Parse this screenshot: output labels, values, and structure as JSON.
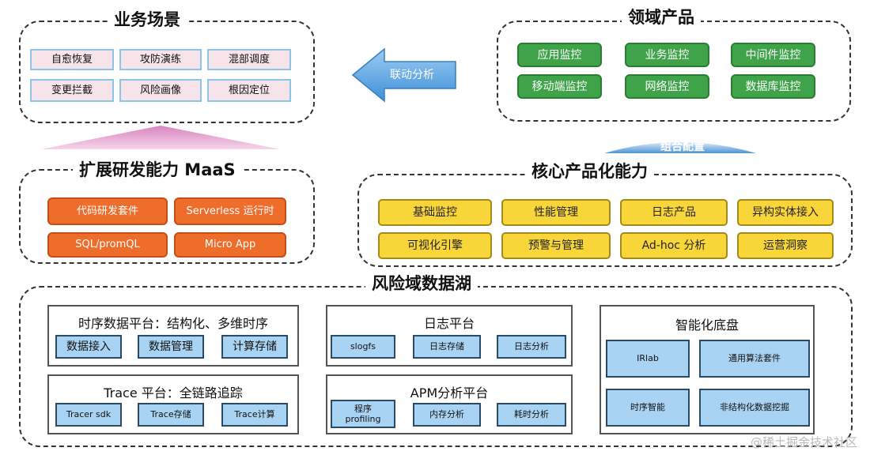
{
  "business": {
    "title": "业务场景",
    "items": [
      "自愈恢复",
      "攻防演练",
      "混部调度",
      "变更拦截",
      "风险画像",
      "根因定位"
    ]
  },
  "domain": {
    "title": "领域产品",
    "items": [
      "应用监控",
      "业务监控",
      "中间件监控",
      "移动端监控",
      "网络监控",
      "数据库监控"
    ]
  },
  "arrows": {
    "linkage": "联动分析",
    "combine": "组合配置"
  },
  "maas": {
    "title": "扩展研发能力 MaaS",
    "items": [
      "代码研发套件",
      "Serverless 运行时",
      "SQL/promQL",
      "Micro App"
    ]
  },
  "core": {
    "title": "核心产品化能力",
    "items": [
      "基础监控",
      "性能管理",
      "日志产品",
      "异构实体接入",
      "可视化引擎",
      "预警与管理",
      "Ad-hoc 分析",
      "运营洞察"
    ]
  },
  "lake": {
    "title": "风险域数据湖",
    "timeseries": {
      "title": "时序数据平台：结构化、多维时序",
      "items": [
        "数据接入",
        "数据管理",
        "计算存储"
      ]
    },
    "trace": {
      "title": "Trace 平台：全链路追踪",
      "items": [
        "Tracer sdk",
        "Trace存储",
        "Trace计算"
      ]
    },
    "log": {
      "title": "日志平台",
      "items": [
        "slogfs",
        "日志存储",
        "日志分析"
      ]
    },
    "apm": {
      "title": "APM分析平台",
      "items": [
        "程序\nprofiling",
        "内存分析",
        "耗时分析"
      ]
    },
    "intel": {
      "title": "智能化底盘",
      "items": [
        "IRlab",
        "通用算法套件",
        "时序智能",
        "非结构化数据挖掘"
      ]
    }
  },
  "watermark": "@稀土掘金技术社区",
  "colors": {
    "pink": "#f6e4ea",
    "green": "#3fa34a",
    "orange": "#ee6d2b",
    "yellow": "#f8d63a",
    "blue": "#a9d3f3",
    "arrow_blue": "#5aa6e6",
    "triangle_pink": "#e7a6cf"
  }
}
